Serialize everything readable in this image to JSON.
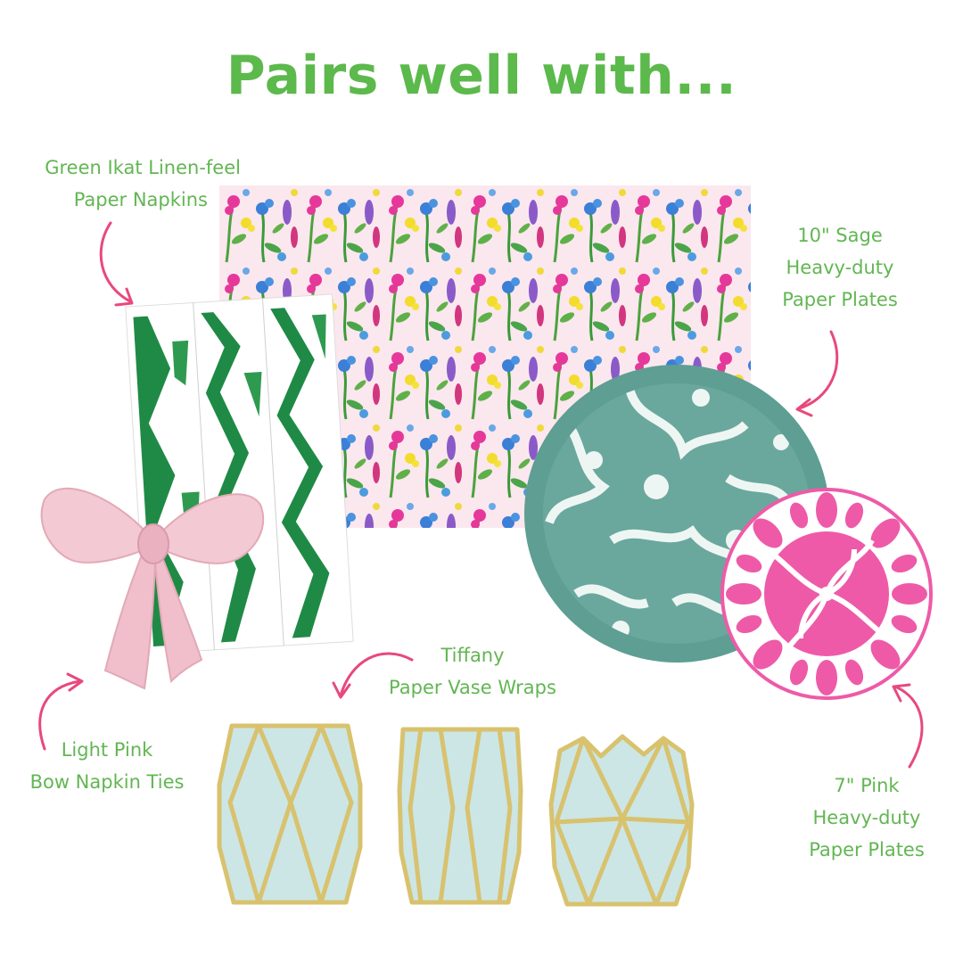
{
  "title": "Pairs well with...",
  "products": {
    "napkins": {
      "line1": "Green Ikat Linen-feel",
      "line2": "Paper Napkins"
    },
    "sage_plates": {
      "line1": "10\" Sage",
      "line2": "Heavy-duty",
      "line3": "Paper Plates"
    },
    "vase_wraps": {
      "line1": "Tiffany",
      "line2": "Paper Vase Wraps"
    },
    "bow_ties": {
      "line1": "Light Pink",
      "line2": "Bow Napkin Ties"
    },
    "pink_plates": {
      "line1": "7\" Pink",
      "line2": "Heavy-duty",
      "line3": "Paper Plates"
    }
  },
  "colors": {
    "brand_green": "#5cb94c",
    "arrow_pink": "#e8497d",
    "ikat_green": "#1f8a45",
    "sage": "#5e9e93",
    "pink_plate": "#ee5aa8",
    "bow_pink": "#f3c9d3",
    "vase_blue": "#cce6e6",
    "vase_gold": "#d8c26e"
  }
}
